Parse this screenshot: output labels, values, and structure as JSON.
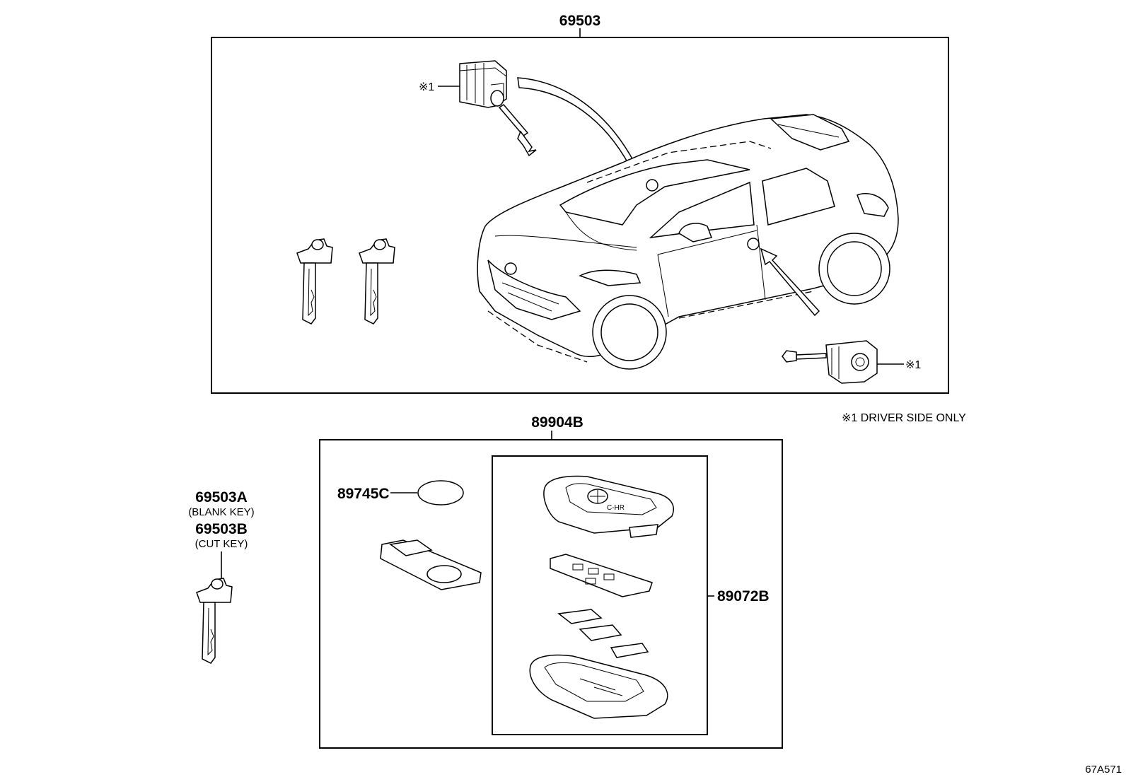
{
  "labels": {
    "p69503": "69503",
    "p89904b": "89904B",
    "p89745c": "89745C",
    "p89072b": "89072B",
    "p69503a": "69503A",
    "p69503a_note": "(BLANK KEY)",
    "p69503b": "69503B",
    "p69503b_note": "(CUT KEY)",
    "mark1_top": "※1",
    "mark1_bottom": "※1",
    "footnote": "※1 DRIVER SIDE ONLY",
    "code": "67A571",
    "remote_logo": "C-HR"
  }
}
